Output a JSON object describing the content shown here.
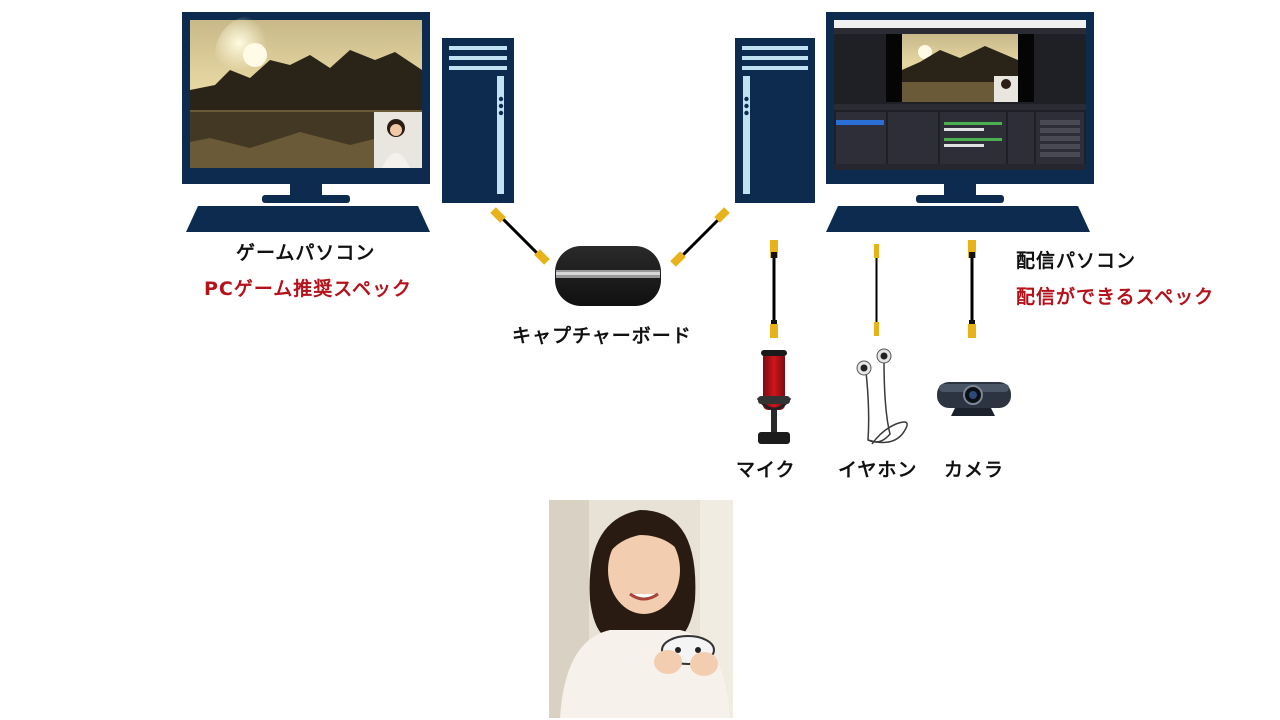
{
  "labels": {
    "gaming_pc": "ゲームパソコン",
    "gaming_pc_spec": "PCゲーム推奨スペック",
    "streaming_pc": "配信パソコン",
    "streaming_pc_spec": "配信ができるスペック",
    "capture_board": "キャプチャーボード",
    "mic": "マイク",
    "earphones": "イヤホン",
    "camera": "カメラ"
  },
  "colors": {
    "pc_navy": "#0d2b4e",
    "tower_stripe": "#bfe3f2",
    "spec_red": "#b5121b",
    "cable_tip": "#e8b31a"
  },
  "icons": [
    "monitor-icon",
    "pc-tower-icon",
    "capture-board-icon",
    "microphone-icon",
    "earphones-icon",
    "webcam-icon",
    "cable-icon"
  ]
}
